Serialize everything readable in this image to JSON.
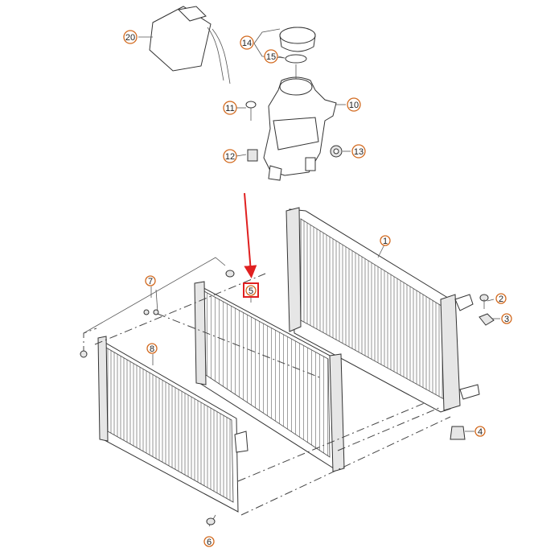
{
  "callouts": [
    {
      "id": "1",
      "label": "1"
    },
    {
      "id": "2",
      "label": "2"
    },
    {
      "id": "3",
      "label": "3"
    },
    {
      "id": "4",
      "label": "4"
    },
    {
      "id": "5",
      "label": "5"
    },
    {
      "id": "6",
      "label": "6"
    },
    {
      "id": "7",
      "label": "7"
    },
    {
      "id": "8",
      "label": "8"
    },
    {
      "id": "10",
      "label": "10"
    },
    {
      "id": "11",
      "label": "11"
    },
    {
      "id": "12",
      "label": "12"
    },
    {
      "id": "13",
      "label": "13"
    },
    {
      "id": "14",
      "label": "14"
    },
    {
      "id": "15",
      "label": "15"
    },
    {
      "id": "20",
      "label": "20"
    }
  ],
  "highlight": {
    "callout": "5",
    "color": "#e02020"
  },
  "colors": {
    "callout_ring": "#d2691e",
    "arrow": "#e02020"
  }
}
